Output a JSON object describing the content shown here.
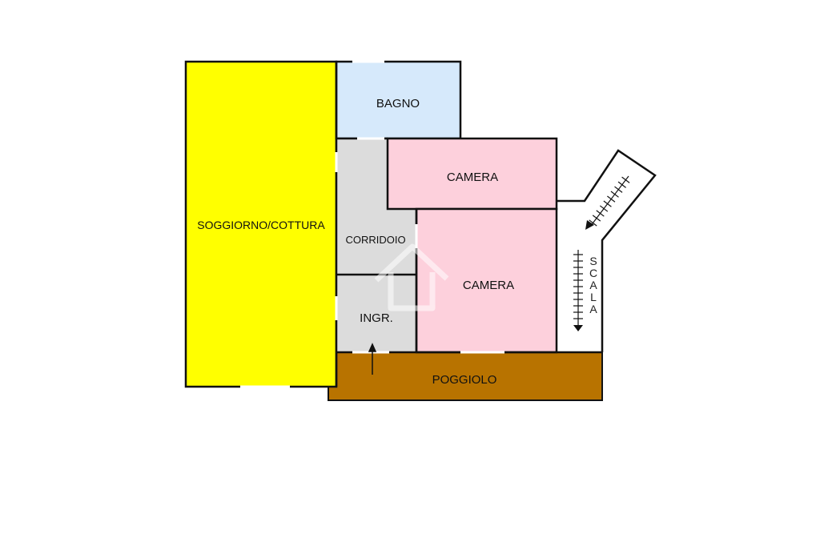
{
  "rooms": {
    "soggiorno": {
      "label": "SOGGIORNO/COTTURA",
      "color": "#ffff00"
    },
    "bagno": {
      "label": "BAGNO",
      "color": "#d6e9fb"
    },
    "camera_top": {
      "label": "CAMERA",
      "color": "#fdd0dc"
    },
    "camera_main": {
      "label": "CAMERA",
      "color": "#fdd0dc"
    },
    "corridoio": {
      "label": "CORRIDOIO",
      "color": "#dcdcdc"
    },
    "ingresso": {
      "label": "INGR.",
      "color": "#dcdcdc"
    },
    "poggiolo": {
      "label": "POGGIOLO",
      "color": "#b87300"
    }
  },
  "scala": {
    "letters": [
      "S",
      "C",
      "A",
      "L",
      "A"
    ]
  },
  "colors": {
    "wall": "#111111",
    "watermark": "#ffffff"
  },
  "icons": {
    "entry": "arrow-up-icon",
    "stairs_down": "arrow-down-icon",
    "stairs_diagonal": "arrow-down-left-icon",
    "watermark": "house-logo-icon"
  }
}
